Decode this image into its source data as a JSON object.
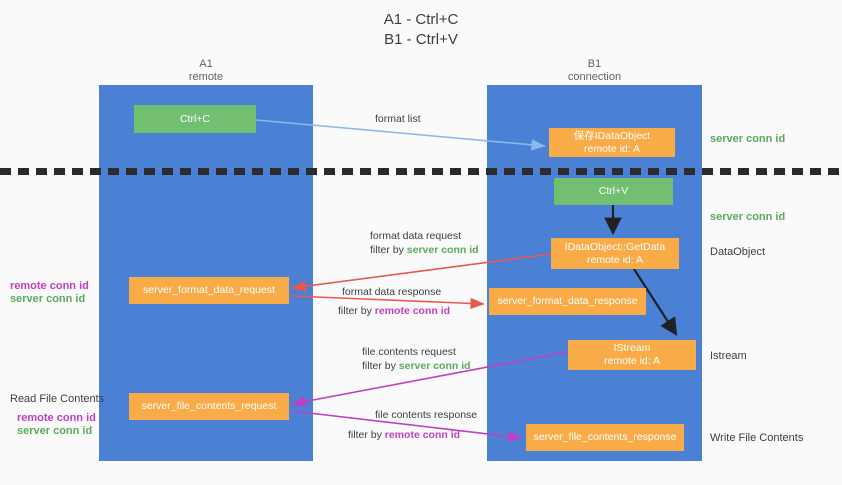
{
  "title": "A1 - Ctrl+C\nB1 - Ctrl+V",
  "colors": {
    "panel_blue": "#4a81d4",
    "node_green": "#73bf72",
    "node_orange": "#f9ab48",
    "label_green": "#5aaa5f",
    "label_purple": "#c13fc1",
    "arrow_lightblue": "#8cb8e8",
    "arrow_red": "#e8584f",
    "arrow_magenta": "#c13fc1",
    "arrow_black": "#202124",
    "divider_black": "#2b2b2b",
    "background": "#fafafa"
  },
  "columns": {
    "left": {
      "name": "A1",
      "role": "remote",
      "header": "A1\nremote"
    },
    "right": {
      "name": "B1",
      "role": "connection",
      "header": "B1\nconnection"
    }
  },
  "nodes": {
    "ctrl_c": {
      "label": "Ctrl+C",
      "kind": "green"
    },
    "save_idataobject": {
      "line1": "保存IDataObject",
      "line2": "remote id: A",
      "kind": "orange"
    },
    "ctrl_v": {
      "label": "Ctrl+V",
      "kind": "green"
    },
    "getdata": {
      "line1": "IDataObject::GetData",
      "line2": "remote id: A",
      "kind": "orange"
    },
    "format_data_request": {
      "label": "server_format_data_request",
      "kind": "orange"
    },
    "format_data_response": {
      "label": "server_format_data_response",
      "kind": "orange"
    },
    "istream": {
      "line1": "IStream",
      "line2": "remote id: A",
      "kind": "orange"
    },
    "file_contents_request": {
      "label": "server_file_contents_request",
      "kind": "orange"
    },
    "file_contents_response": {
      "label": "server_file_contents_response",
      "kind": "orange"
    }
  },
  "edges": [
    {
      "id": "format-list",
      "label": "format list",
      "color": "arrow_lightblue"
    },
    {
      "id": "format-data-request",
      "label": "format data request",
      "filter_prefix": "filter by ",
      "filter_value": "server conn id",
      "filter_color": "green",
      "color": "arrow_red"
    },
    {
      "id": "format-data-response",
      "label": "format data response",
      "filter_prefix": "filter by ",
      "filter_value": "remote conn id",
      "filter_color": "purple",
      "color": "arrow_red"
    },
    {
      "id": "file-contents-request",
      "label": "file contents request",
      "filter_prefix": "filter by ",
      "filter_value": "server conn id",
      "filter_color": "green",
      "color": "arrow_magenta"
    },
    {
      "id": "file-contents-response",
      "label": "file contents response",
      "filter_prefix": "filter by ",
      "filter_value": "remote conn id",
      "filter_color": "purple",
      "color": "arrow_magenta"
    }
  ],
  "right_captions": {
    "server_conn_id_top": "server conn id",
    "server_conn_id_mid": "server conn id",
    "dataobject": "DataObject",
    "istream": "Istream",
    "write_file_contents": "Write File Contents"
  },
  "left_captions": {
    "remote_conn_id_1": "remote conn id",
    "server_conn_id_1": "server conn id",
    "read_file_contents": "Read File Contents",
    "remote_conn_id_2": "remote conn id",
    "server_conn_id_2": "server conn id"
  }
}
